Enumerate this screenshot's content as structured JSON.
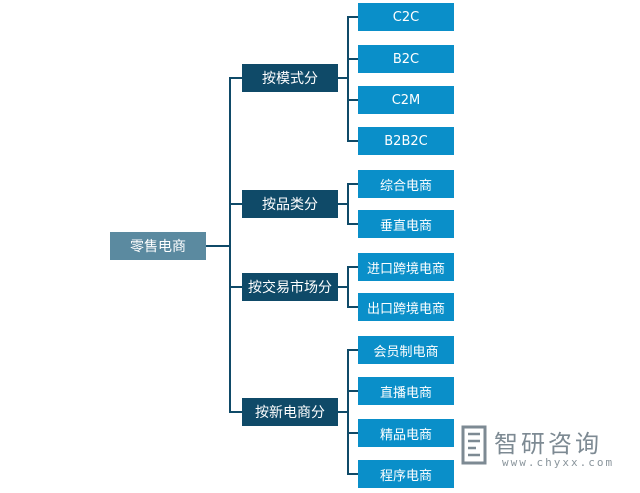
{
  "diagram": {
    "root": "零售电商",
    "groups": [
      {
        "label": "按模式分",
        "children": [
          "C2C",
          "B2C",
          "C2M",
          "B2B2C"
        ]
      },
      {
        "label": "按品类分",
        "children": [
          "综合电商",
          "垂直电商"
        ]
      },
      {
        "label": "按交易市场分",
        "children": [
          "进口跨境电商",
          "出口跨境电商"
        ]
      },
      {
        "label": "按新电商分",
        "children": [
          "会员制电商",
          "直播电商",
          "精品电商",
          "程序电商"
        ]
      }
    ]
  },
  "watermark": {
    "name": "智研咨询",
    "url": "www.chyxx.com",
    "logo": "zhiyan-logo-icon"
  },
  "colors": {
    "root": "#5b8aa0",
    "mid": "#0f4a68",
    "leaf": "#0a8fc9",
    "line": "#0f4a68"
  }
}
